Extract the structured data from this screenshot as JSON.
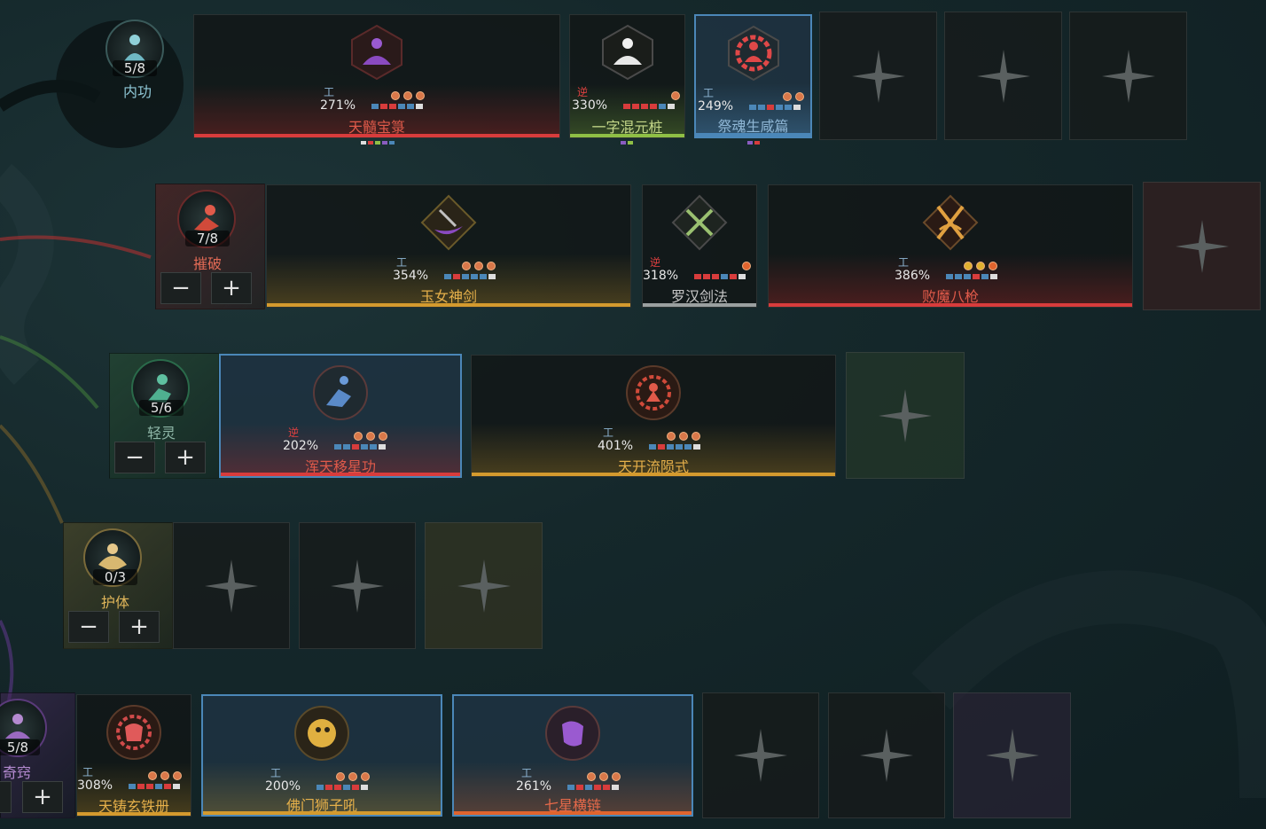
{
  "categories": [
    {
      "id": "neigong",
      "name": "内功",
      "count": "5/8",
      "name_color": "#8fc7d6",
      "icon": "meditating-figure-icon"
    },
    {
      "id": "cuipo",
      "name": "摧破",
      "count": "7/8",
      "name_color": "#e06a55",
      "icon": "attack-figure-icon"
    },
    {
      "id": "qingling",
      "name": "轻灵",
      "count": "5/6",
      "name_color": "#8fb7a8",
      "icon": "leaping-figure-icon"
    },
    {
      "id": "huti",
      "name": "护体",
      "count": "0/3",
      "name_color": "#e0b65a",
      "icon": "guardian-figure-icon"
    },
    {
      "id": "qiqiao",
      "name": "奇窍",
      "count": "5/8",
      "name_color": "#b48ad0",
      "icon": "mystic-figure-icon"
    }
  ],
  "buttons": {
    "minus": "−",
    "plus": "+"
  },
  "skills": {
    "row1": [
      {
        "name": "天髓宝箓",
        "pct": "271%",
        "name_color": "#e05a4a",
        "bar": "#d83c3c",
        "mark": "工"
      },
      {
        "name": "一字混元桩",
        "pct": "330%",
        "name_color": "#c6d98a",
        "bar": "#8fbf45",
        "mark": "逆"
      },
      {
        "name": "祭魂生咸篇",
        "pct": "249%",
        "name_color": "#8fb7d6",
        "bar": "#4b87b8",
        "mark": "工"
      }
    ],
    "row2": [
      {
        "name": "玉女神剑",
        "pct": "354%",
        "name_color": "#e6b04a",
        "bar": "#d49a2e",
        "mark": "工"
      },
      {
        "name": "罗汉剑法",
        "pct": "318%",
        "name_color": "#c8c8c8",
        "bar": "#9aa0a0",
        "mark": "逆"
      },
      {
        "name": "败魔八枪",
        "pct": "386%",
        "name_color": "#e05a4a",
        "bar": "#d83c3c",
        "mark": "工"
      }
    ],
    "row3": [
      {
        "name": "浑天移星功",
        "pct": "202%",
        "name_color": "#e05a4a",
        "bar": "#d83c3c",
        "mark": "逆"
      },
      {
        "name": "天开流陨式",
        "pct": "401%",
        "name_color": "#e6b04a",
        "bar": "#d49a2e",
        "mark": "工"
      }
    ],
    "row5": [
      {
        "name": "天铸玄铁册",
        "pct": "308%",
        "name_color": "#e6b04a",
        "bar": "#d49a2e",
        "mark": "工"
      },
      {
        "name": "佛门狮子吼",
        "pct": "200%",
        "name_color": "#e6b04a",
        "bar": "#d49a2e",
        "mark": "工"
      },
      {
        "name": "七星横链",
        "pct": "261%",
        "name_color": "#e86a4a",
        "bar": "#e0642e",
        "mark": "工"
      }
    ]
  },
  "colors": {
    "gold": "#d49a2e",
    "red": "#d83c3c",
    "blue": "#4b87b8",
    "green": "#8fbf45",
    "purple": "#8a5cc0"
  }
}
